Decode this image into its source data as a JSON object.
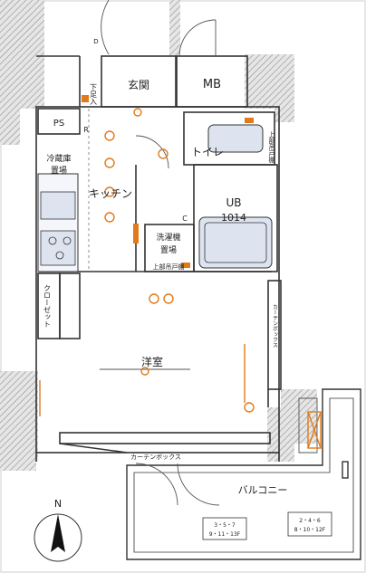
{
  "labels": {
    "genkan": "玄関",
    "mb": "MB",
    "geta": "下足入",
    "ps": "PS",
    "toilet": "トイレ",
    "kitchen": "キッチン",
    "fridge_line1": "冷蔵庫",
    "fridge_line2": "置場",
    "ub": "UB",
    "ub_size": "1014",
    "washer_line1": "洗濯機",
    "washer_line2": "置場",
    "washer_sub": "上部吊戸棚",
    "wall_cab": "上部吊戸棚",
    "closet": "クローゼット",
    "youshitsu": "洋室",
    "curtain_right": "カーテンボックス",
    "curtain_bottom": "カーテンボックス",
    "balcony": "バルコニー",
    "north": "N",
    "r_mark": "R",
    "c_mark": "C",
    "d_mark": "D",
    "floor_note1_l1": "3・5・7",
    "floor_note1_l2": "9・11・13F",
    "floor_note2_l1": "2・4・6",
    "floor_note2_l2": "8・10・12F"
  },
  "colors": {
    "wall_hatch": "#b8b8b8",
    "line": "#333333",
    "accent": "#e07a1a",
    "fixture_fill": "#dde4f0"
  }
}
